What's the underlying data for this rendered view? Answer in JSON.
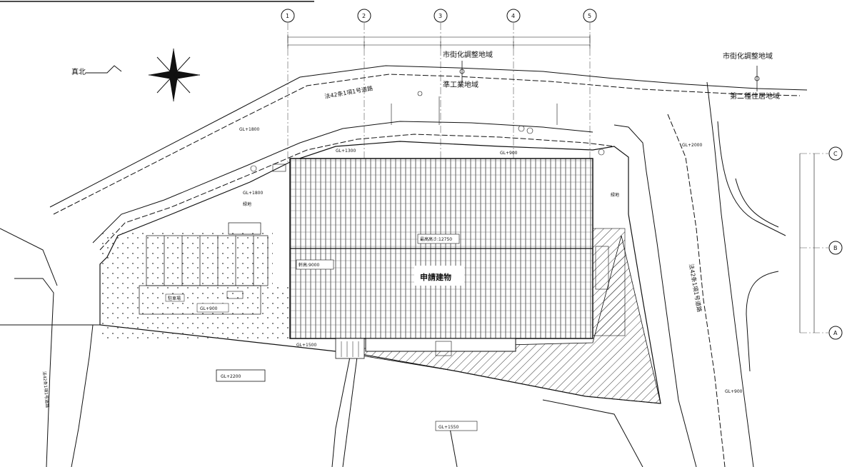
{
  "grid_axes": {
    "columns": [
      "1",
      "2",
      "3",
      "4",
      "5"
    ],
    "rows": [
      "C",
      "B",
      "A"
    ]
  },
  "zones": {
    "urbanization_control_top": "市街化調整地域",
    "urbanization_control_right": "市街化調整地域",
    "quasi_industrial": "準工業地域",
    "residential_2": "第二種住居地域"
  },
  "roads": {
    "road_top": "法42条1項1号道路",
    "road_right": "法42条1項1号道路",
    "road_left": "法42条1項1号道路"
  },
  "labels": {
    "north": "真北",
    "building": "申請建物",
    "gl_top": "GL+1300",
    "gl_right": "GL+2000",
    "gl_right_low": "GL+900",
    "gl_bottom": "GL+1500",
    "gl_left": "GL+1800",
    "gl_bottom_left": "GL+2200",
    "gl_center_bottom": "GL+1550",
    "gl_parking": "GL+900",
    "parking": "駐車場",
    "green_left": "緑地",
    "green_right": "緑地",
    "eave_height": "軒高:9000",
    "max_height": "最高高さ:12750"
  }
}
